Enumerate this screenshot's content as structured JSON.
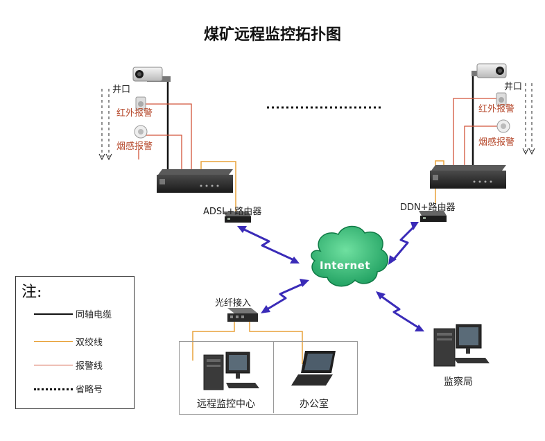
{
  "title": "煤矿远程监控拓扑图",
  "left_site": {
    "well_label": "井口",
    "ir_label": "红外报警",
    "smoke_label": "烟感报警",
    "router_label": "ADSL+路由器"
  },
  "right_site": {
    "well_label": "井口",
    "ir_label": "红外报警",
    "smoke_label": "烟感报警",
    "router_label": "DDN+路由器"
  },
  "internet_label": "Internet",
  "fiber_label": "光纤接入",
  "center_label": "远程监控中心",
  "office_label": "办公室",
  "supervision_label": "监察局",
  "legend": {
    "title": "注:",
    "items": [
      {
        "label": "同轴电缆",
        "color": "#111111",
        "style": "solid"
      },
      {
        "label": "双绞线",
        "color": "#e8a23a",
        "style": "solid"
      },
      {
        "label": "报警线",
        "color": "#d2553a",
        "style": "solid"
      },
      {
        "label": "省略号",
        "color": "#111111",
        "style": "dotted"
      }
    ]
  },
  "colors": {
    "coax": "#111111",
    "twisted_pair": "#e8a23a",
    "alarm": "#d2553a",
    "wireless": "#3a2bb8",
    "cloud": "#1e9e5e"
  }
}
